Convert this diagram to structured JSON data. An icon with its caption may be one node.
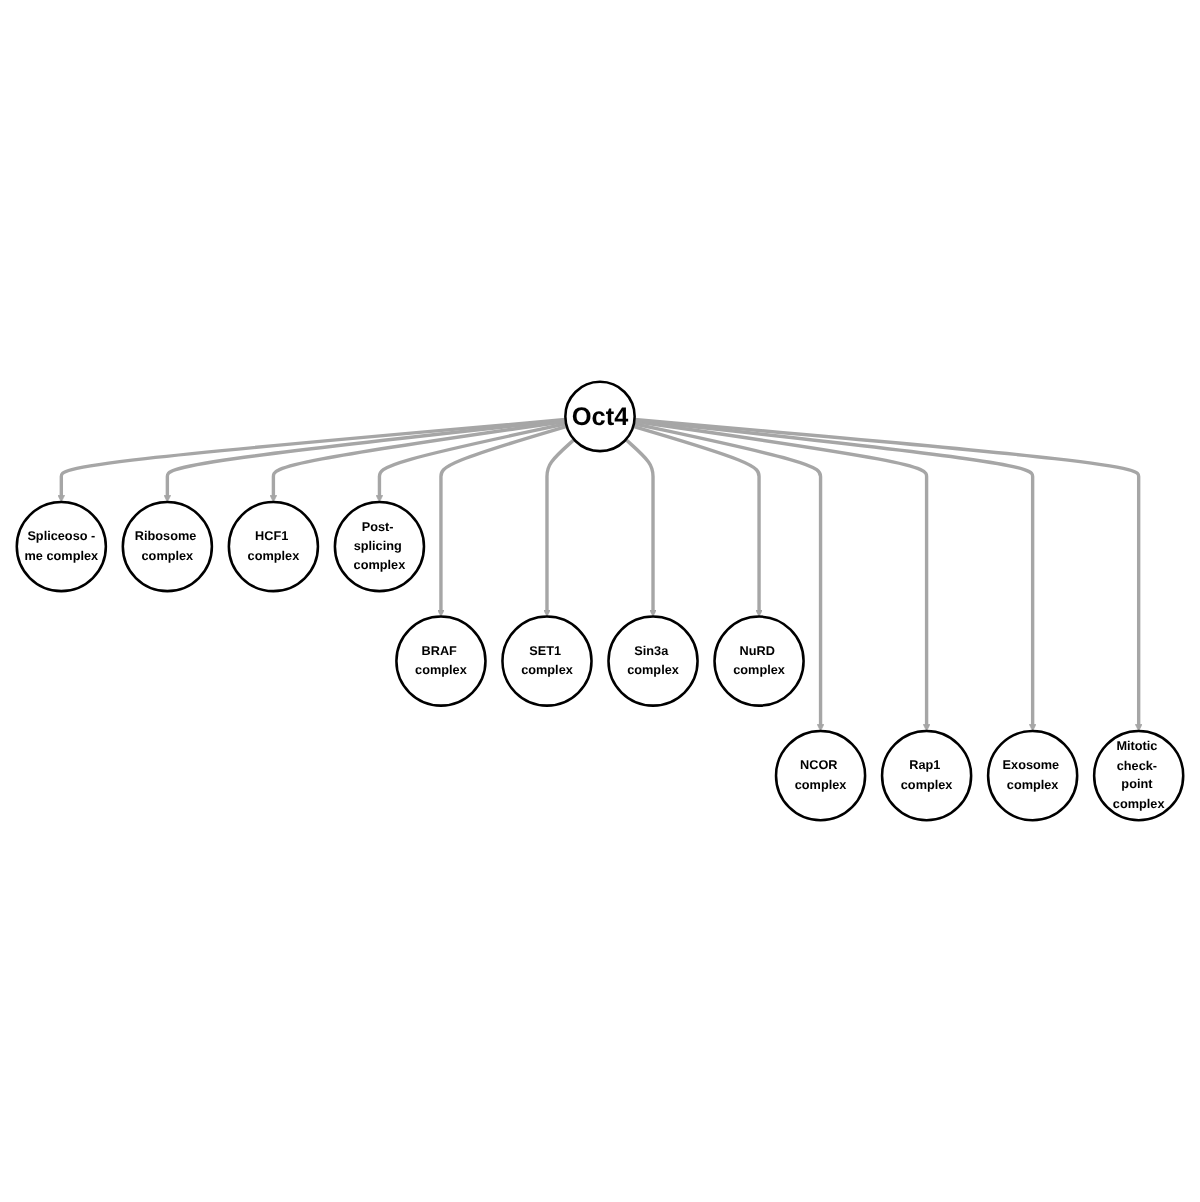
{
  "diagram": {
    "nodes": [
      {
        "text": [
          "Oct4"
        ]
      },
      {
        "text": [
          "Spliceoso -me complex"
        ]
      },
      {
        "text": [
          "Ribosome complex"
        ]
      },
      {
        "text": [
          "HCF1 complex"
        ]
      },
      {
        "text": [
          "Post- splicing complex"
        ]
      },
      {
        "text": [
          "BRAF complex"
        ]
      },
      {
        "text": [
          "SET1 complex"
        ]
      },
      {
        "text": [
          "Sin3a complex"
        ]
      },
      {
        "text": [
          "NuRD complex"
        ]
      },
      {
        "text": [
          "NCOR complex"
        ]
      },
      {
        "text": [
          "Rap1 complex"
        ]
      },
      {
        "text": [
          "Exosome complex"
        ]
      },
      {
        "text": [
          "Mitotic check- point complex"
        ]
      }
    ],
    "edges": [
      {
        "from": 0,
        "to": 1,
        "arrow": "to"
      },
      {
        "from": 0,
        "to": 2,
        "arrow": "to"
      },
      {
        "from": 0,
        "to": 3,
        "arrow": "to"
      },
      {
        "from": 0,
        "to": 4,
        "arrow": "to"
      },
      {
        "from": 0,
        "to": 5,
        "arrow": "to"
      },
      {
        "from": 0,
        "to": 6,
        "arrow": "to"
      },
      {
        "from": 0,
        "to": 7,
        "arrow": "to"
      },
      {
        "from": 0,
        "to": 8,
        "arrow": "to"
      },
      {
        "from": 0,
        "to": 9,
        "arrow": "to"
      },
      {
        "from": 0,
        "to": 10,
        "arrow": "to"
      },
      {
        "from": 0,
        "to": 11,
        "arrow": "to"
      },
      {
        "from": 0,
        "to": 12,
        "arrow": "to"
      }
    ]
  }
}
